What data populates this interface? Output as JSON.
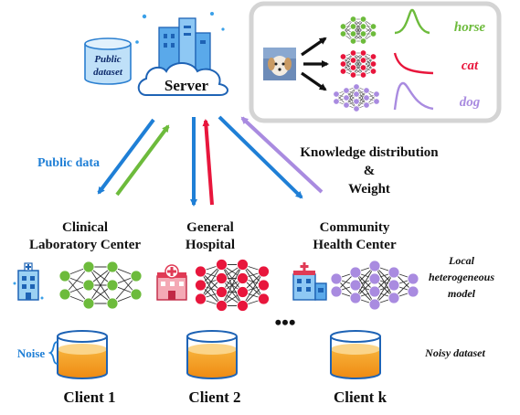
{
  "server": {
    "label": "Server",
    "public_dataset_label": [
      "Public",
      "dataset"
    ]
  },
  "inset": {
    "classes": [
      {
        "label": "horse",
        "color": "#6dbb3c"
      },
      {
        "label": "cat",
        "color": "#e8163c"
      },
      {
        "label": "dog",
        "color": "#a98be0"
      }
    ]
  },
  "arrows": {
    "public_data_label": "Public data",
    "knowledge_label": [
      "Knowledge distribution",
      "&",
      "Weight"
    ]
  },
  "clients": [
    {
      "center": [
        "Clinical",
        "Laboratory Center"
      ],
      "label": "Client 1",
      "net_color": "#6dbb3c"
    },
    {
      "center": [
        "General",
        "Hospital"
      ],
      "label": "Client 2",
      "net_color": "#e8163c"
    },
    {
      "center": [
        "Community",
        "Health Center"
      ],
      "label": "Client k",
      "net_color": "#a98be0"
    }
  ],
  "annotations": {
    "local_model": [
      "Local",
      "heterogeneous",
      "model"
    ],
    "noisy_dataset": "Noisy dataset",
    "noise": "Noise",
    "ellipsis": "•••"
  },
  "colors": {
    "public_blue": "#1f7fd6",
    "green": "#6dbb3c",
    "red": "#e8163c",
    "purple": "#a98be0",
    "orange": "#f5a623",
    "inset_border": "#d4d4d4"
  }
}
